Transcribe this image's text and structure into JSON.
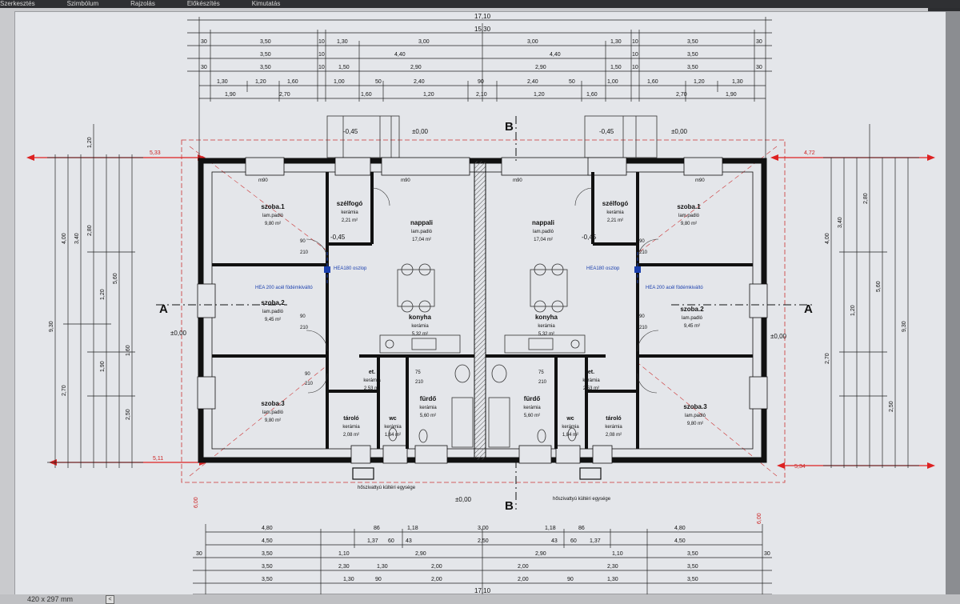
{
  "toolbar": {
    "items": [
      "Szerkesztés",
      "Szimbólum",
      "Rajzolás",
      "Előkészítés",
      "Kimutatás"
    ]
  },
  "status": {
    "paper": "420 x 297 mm",
    "btn": "<"
  },
  "section_marks": {
    "a": "A",
    "b": "B"
  },
  "levels": {
    "outdoor": "-0,45",
    "floor": "±0,00"
  },
  "rooms": {
    "szoba1": {
      "name": "szoba.1",
      "floor": "lam.padló",
      "area": "9,80 m²"
    },
    "szoba2": {
      "name": "szoba.2",
      "floor": "lam.padló",
      "area": "9,45 m²"
    },
    "szoba3": {
      "name": "szoba.3",
      "floor": "lam.padló",
      "area": "9,80 m²"
    },
    "szelfogo": {
      "name": "szélfogó",
      "floor": "kerámia",
      "area": "2,21 m²"
    },
    "nappali": {
      "name": "nappali",
      "floor": "lam.padló",
      "area": "17,04 m²"
    },
    "konyha": {
      "name": "konyha",
      "floor": "kerámia",
      "area": "5,32 m²"
    },
    "et": {
      "name": "et.",
      "floor": "kerámia",
      "area": "2,53 m²"
    },
    "furdo": {
      "name": "fürdő",
      "floor": "kerámia",
      "area": "5,60 m²"
    },
    "wc": {
      "name": "wc",
      "floor": "kerámia",
      "area": "1,84 m²"
    },
    "wc_left": {
      "area": "1,64 m²"
    },
    "tarolo": {
      "name": "tároló",
      "floor": "kerámia",
      "area": "2,08 m²"
    }
  },
  "notes": {
    "hea_oszlop": "HEA180 oszlop",
    "hea_kivalto": "HEA 200 acél födémkiváltó",
    "hoszivattyu": "hőszivattyú kültéri egysége",
    "window_m90": "m90",
    "door_90": "90",
    "door_210": "210",
    "door_75": "75"
  },
  "dims": {
    "total": "17,10",
    "inner_total": "15,30",
    "top_row1": [
      "30",
      "3,50",
      "10",
      "1,30",
      "3,00",
      "3,00",
      "1,30",
      "10",
      "3,50",
      "30"
    ],
    "top_row2": [
      "3,50",
      "10",
      "4,40",
      "4,40",
      "10",
      "3,50"
    ],
    "top_row3": [
      "30",
      "3,50",
      "10",
      "1,50",
      "2,90",
      "2,90",
      "1,50",
      "10",
      "3,50",
      "30"
    ],
    "top_row4": [
      "1,30",
      "1,20",
      "1,60",
      "1,00",
      "50",
      "2,40",
      "90",
      "2,40",
      "50",
      "1,00",
      "1,60",
      "1,20",
      "1,30"
    ],
    "top_row5": [
      "1,90",
      "2,70",
      "1,60",
      "1,20",
      "2,10",
      "1,20",
      "1,60",
      "2,70",
      "1,90"
    ],
    "bottom_row1": [
      "4,80",
      "86",
      "1,18",
      "3,00",
      "1,18",
      "86",
      "4,80"
    ],
    "bottom_row2": [
      "4,50",
      "1,37",
      "60",
      "43",
      "2,50",
      "43",
      "60",
      "1,37",
      "4,50"
    ],
    "bottom_row3": [
      "30",
      "3,50",
      "1,10",
      "2,90",
      "2,90",
      "1,10",
      "3,50",
      "30"
    ],
    "bottom_row4": [
      "3,50",
      "2,30",
      "1,30",
      "2,00",
      "2,00",
      "2,30",
      "3,50"
    ],
    "bottom_row5": [
      "3,50",
      "1,30",
      "90",
      "2,00",
      "2,00",
      "90",
      "1,30",
      "3,50"
    ],
    "left_overhang": "5,33",
    "right_overhang": "4,72",
    "bottom_left_overhang": "5,11",
    "bottom_right_overhang": "5,34",
    "side_total": "9,30",
    "side_parts": [
      "4,00",
      "2,70",
      "3,40",
      "1,20",
      "2,80",
      "1,20",
      "1,90",
      "5,60",
      "1,60",
      "2,50"
    ],
    "vertical_6_00": "6,00"
  }
}
